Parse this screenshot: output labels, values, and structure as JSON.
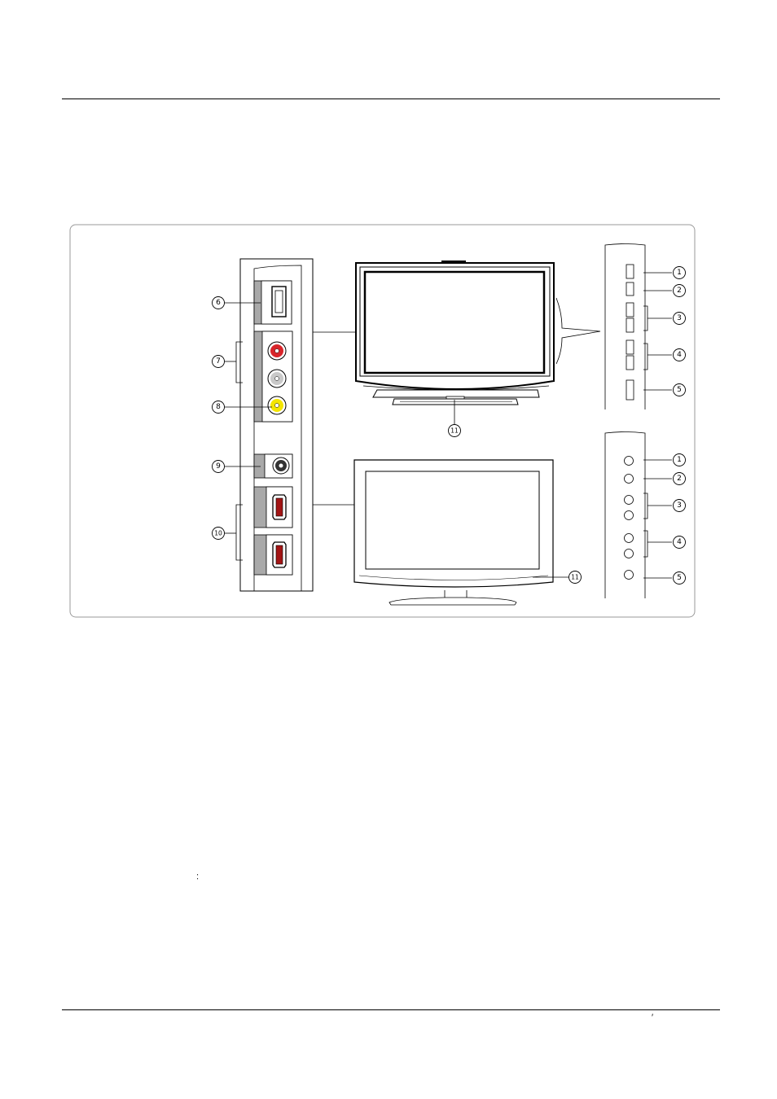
{
  "page": {
    "stray_colon": ":",
    "footer_mark": "′"
  },
  "diagram": {
    "callouts": {
      "usb": "6",
      "audio_in": "7",
      "video_in": "8",
      "antenna": "9",
      "hdmi": "10",
      "ir_sensor_front": "11",
      "ir_sensor_bottom": "11"
    },
    "side_buttons_square": [
      "1",
      "2",
      "3",
      "4",
      "5"
    ],
    "side_buttons_round": [
      "1",
      "2",
      "3",
      "4",
      "5"
    ],
    "colors": {
      "frame": "#9a9a9a",
      "panel_fill": "#a9a9a9",
      "audio_red": "#d8252b",
      "audio_white": "#c9c9c9",
      "video_yellow": "#f4e500",
      "line": "#000000"
    }
  }
}
